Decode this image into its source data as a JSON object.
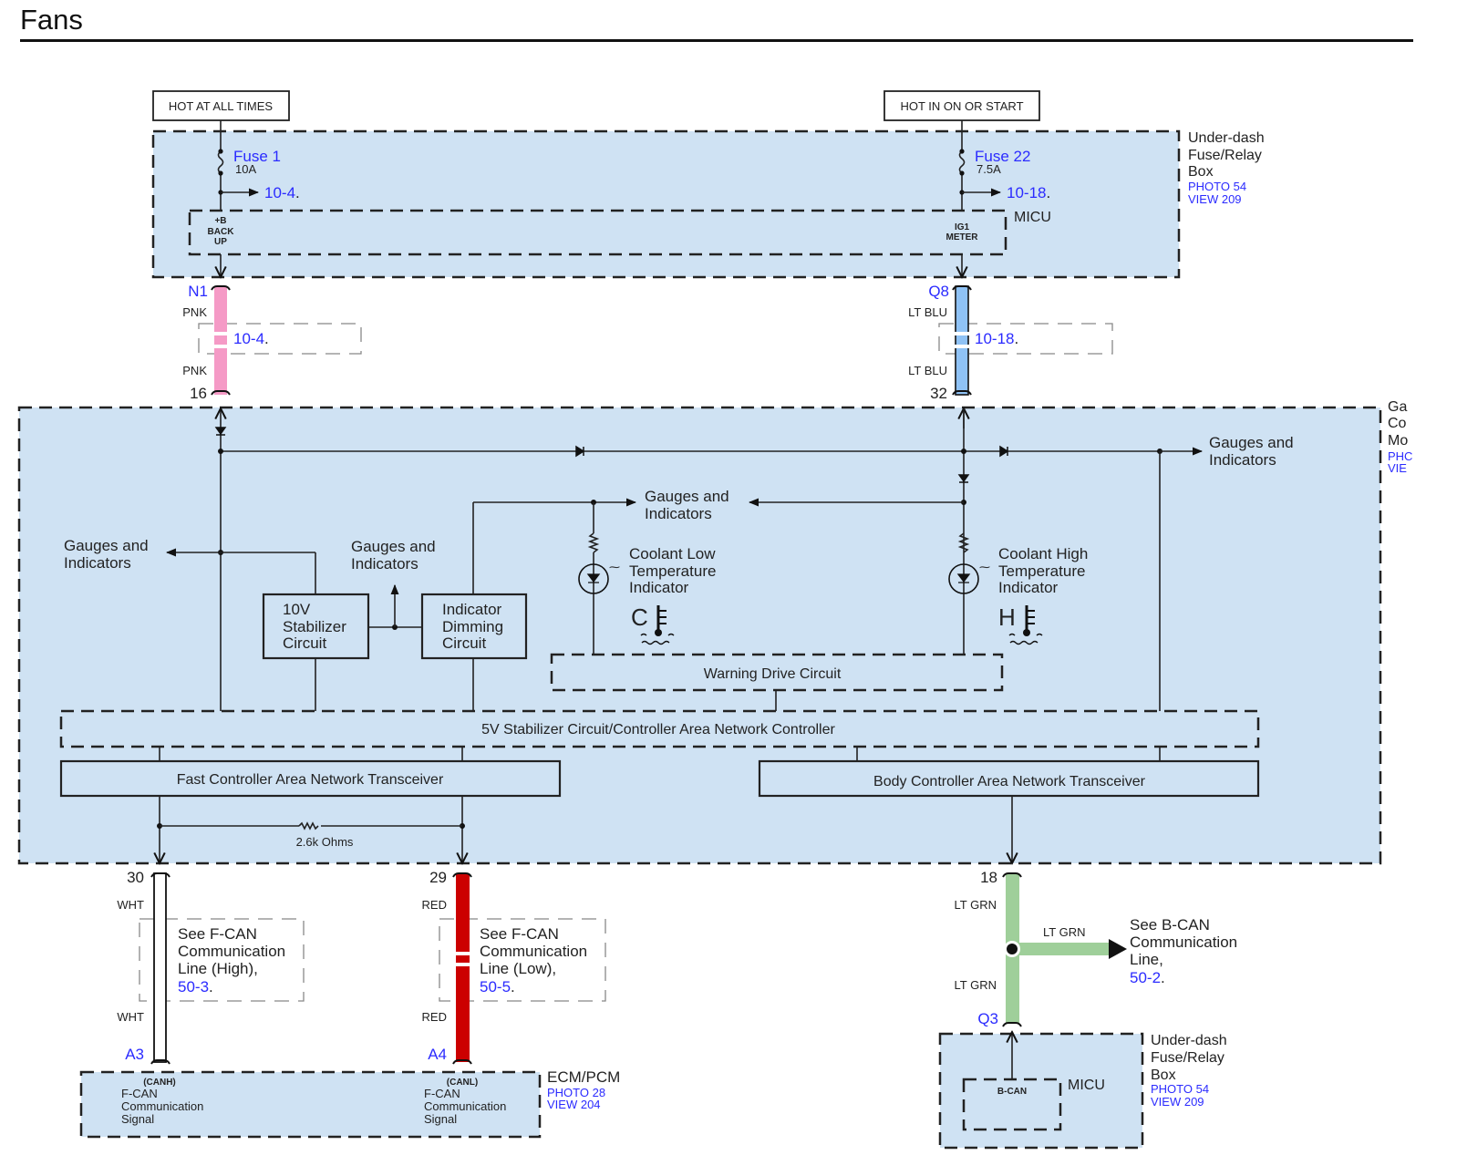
{
  "page": {
    "title": "Fans"
  },
  "power": {
    "hot_at_all_times": "HOT AT ALL TIMES",
    "hot_in_on_or_start": "HOT IN ON OR START"
  },
  "underdash_box_top": {
    "name_lines": [
      "Under-dash",
      "Fuse/Relay",
      "Box"
    ],
    "photo": "PHOTO 54",
    "view": "VIEW 209",
    "micu_label": "MICU",
    "fuse1": {
      "name": "Fuse 1",
      "rating": "10A",
      "ref": "10-4"
    },
    "fuse22": {
      "name": "Fuse 22",
      "rating": "7.5A",
      "ref": "10-18"
    },
    "pin_backup": [
      "+B",
      "BACK",
      "UP"
    ],
    "pin_ig1": [
      "IG1",
      "METER"
    ]
  },
  "connectors_top": [
    {
      "id": "N1",
      "pin_bottom": "16",
      "color_top": "PNK",
      "color_bottom": "PNK",
      "ref": "10-4",
      "wire_color": "#f59ac6"
    },
    {
      "id": "Q8",
      "pin_bottom": "32",
      "color_top": "LT BLU",
      "color_bottom": "LT BLU",
      "ref": "10-18",
      "wire_color": "#8fc2f5"
    }
  ],
  "gauge_module": {
    "name_lines_visible": [
      "Ga",
      "Co",
      "Mo"
    ],
    "photo_visible": "PHC",
    "view_visible": "VIE",
    "gauges_indicators": "Gauges and",
    "gauges_indicators_2": "Indicators",
    "stabilizer_10v": [
      "10V",
      "Stabilizer",
      "Circuit"
    ],
    "dimming": [
      "Indicator",
      "Dimming",
      "Circuit"
    ],
    "coolant_low": [
      "Coolant Low",
      "Temperature",
      "Indicator"
    ],
    "coolant_high": [
      "Coolant High",
      "Temperature",
      "Indicator"
    ],
    "coolant_low_symbol": "C",
    "coolant_high_symbol": "H",
    "warning_drive": "Warning Drive Circuit",
    "stabilizer_5v": "5V Stabilizer Circuit/Controller Area Network Controller",
    "fast_can": "Fast Controller Area Network Transceiver",
    "body_can": "Body Controller Area Network Transceiver",
    "resistor": "2.6k Ohms"
  },
  "connectors_bottom": [
    {
      "pin_top": "30",
      "id": "A3",
      "color_top": "WHT",
      "color_bottom": "WHT",
      "wire_color": "#ffffff",
      "ref_lines": [
        "See F-CAN",
        "Communication",
        "Line (High),"
      ],
      "ref": "50-3"
    },
    {
      "pin_top": "29",
      "id": "A4",
      "color_top": "RED",
      "color_bottom": "RED",
      "wire_color": "#cc0000",
      "ref_lines": [
        "See F-CAN",
        "Communication",
        "Line (Low),"
      ],
      "ref": "50-5"
    }
  ],
  "ecm_pcm": {
    "name": "ECM/PCM",
    "photo": "PHOTO 28",
    "view": "VIEW 204",
    "canh": [
      "(CANH)",
      "F-CAN",
      "Communication",
      "Signal"
    ],
    "canl": [
      "(CANL)",
      "F-CAN",
      "Communication",
      "Signal"
    ]
  },
  "bcan": {
    "pin_top": "18",
    "id": "Q3",
    "color_top": "LT GRN",
    "color_branch": "LT GRN",
    "color_bottom": "LT GRN",
    "wire_color": "#9fcf9a",
    "ref_lines": [
      "See B-CAN",
      "Communication",
      "Line,"
    ],
    "ref": "50-2"
  },
  "underdash_box_bottom": {
    "name_lines": [
      "Under-dash",
      "Fuse/Relay",
      "Box"
    ],
    "photo": "PHOTO 54",
    "view": "VIEW 209",
    "micu_label": "MICU",
    "pin": "B-CAN"
  }
}
